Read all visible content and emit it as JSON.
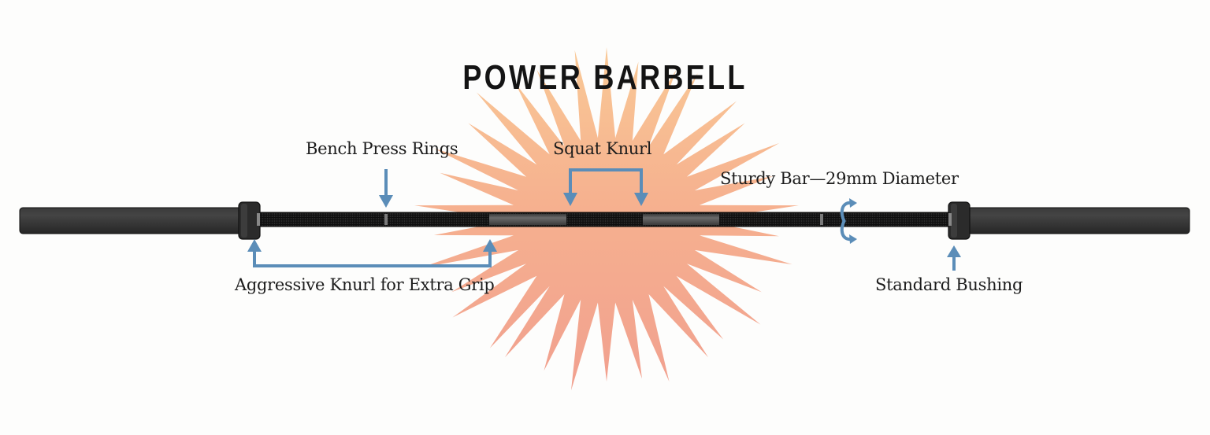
{
  "title": "POWER BARBELL",
  "labels": {
    "bench_press_rings": "Bench Press Rings",
    "squat_knurl": "Squat Knurl",
    "sturdy_bar": "Sturdy Bar—29mm Diameter",
    "aggressive_knurl": "Aggressive Knurl for Extra Grip",
    "standard_bushing": "Standard Bushing"
  },
  "colors": {
    "background": "#fdfdfc",
    "starburst_top": "#f8c494",
    "starburst_bottom": "#f2a38f",
    "arrow": "#5b8db8",
    "bar_dark": "#1a1a1a",
    "bar_smooth": "#555555",
    "sleeve": "#2f2f2f"
  },
  "icons": {
    "rotation": "rotation-arrow-icon",
    "arrow_down": "arrow-down-icon",
    "arrow_up": "arrow-up-icon"
  }
}
